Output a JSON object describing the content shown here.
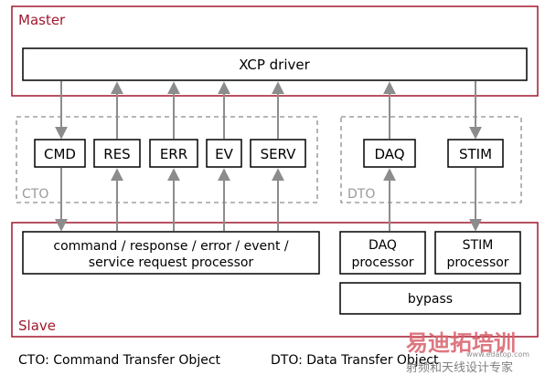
{
  "master": {
    "label": "Master",
    "driver": "XCP driver"
  },
  "cto": {
    "label": "CTO",
    "boxes": [
      "CMD",
      "RES",
      "ERR",
      "EV",
      "SERV"
    ]
  },
  "dto": {
    "label": "DTO",
    "boxes": [
      "DAQ",
      "STIM"
    ]
  },
  "slave": {
    "label": "Slave",
    "processor_line1": "command / response / error / event /",
    "processor_line2": "service request processor",
    "daq_line1": "DAQ",
    "daq_line2": "processor",
    "stim_line1": "STIM",
    "stim_line2": "processor",
    "bypass": "bypass"
  },
  "footer": {
    "cto_def": "CTO: Command Transfer Object",
    "dto_def": "DTO: Data Transfer Object"
  },
  "watermark": {
    "text": "易迪拓培训",
    "subtext": "射频和天线设计专家",
    "url": "www.edatop.com"
  },
  "colors": {
    "master_border": "#a0192f",
    "group_dash": "#8c8c8c",
    "arrow": "#8c8c8c",
    "box_border": "#000000",
    "group_label": "#9a9a9a",
    "watermark": "#c0392b"
  }
}
